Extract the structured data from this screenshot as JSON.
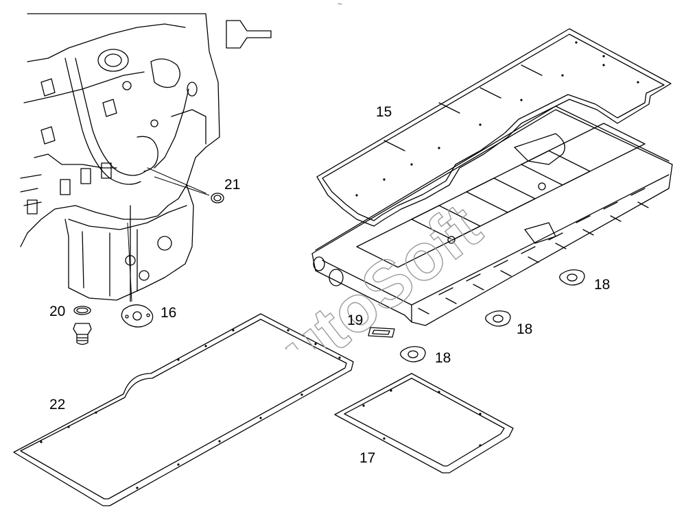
{
  "diagram": {
    "header_mark": "~",
    "watermark": "AutoSoft",
    "callouts": [
      {
        "id": "15",
        "text": "15"
      },
      {
        "id": "21",
        "text": "21"
      },
      {
        "id": "20",
        "text": "20"
      },
      {
        "id": "16",
        "text": "16"
      },
      {
        "id": "18a",
        "text": "18"
      },
      {
        "id": "19",
        "text": "19"
      },
      {
        "id": "18b",
        "text": "18"
      },
      {
        "id": "18c",
        "text": "18"
      },
      {
        "id": "22",
        "text": "22"
      },
      {
        "id": "17",
        "text": "17"
      }
    ]
  },
  "colors": {
    "line": "#000000",
    "background": "#ffffff",
    "watermark": "#9a9a9a"
  }
}
